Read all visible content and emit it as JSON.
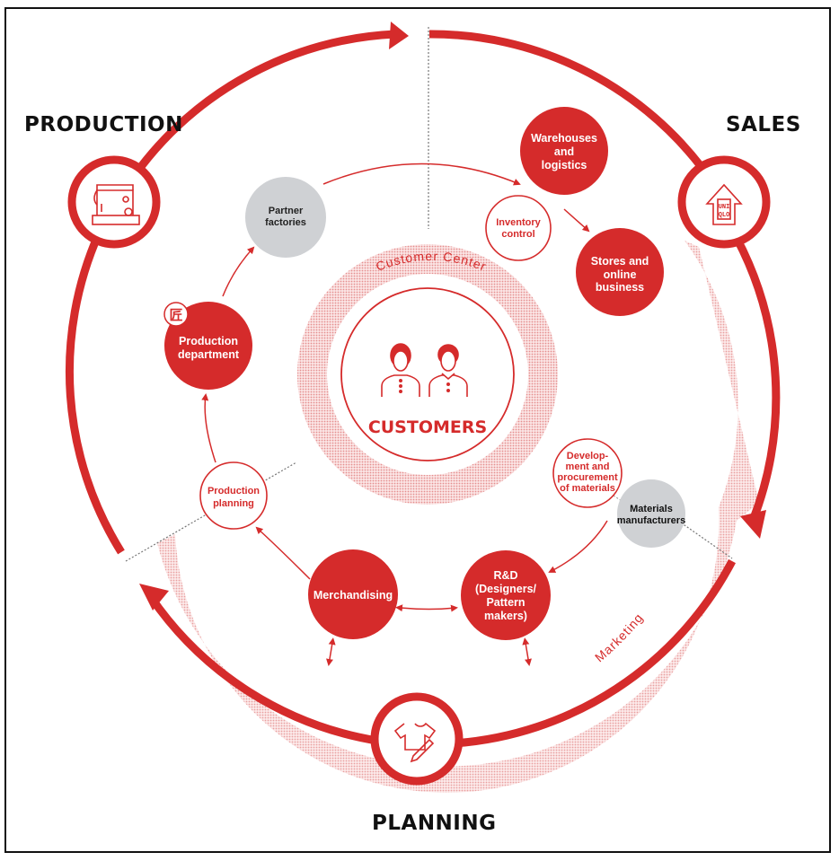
{
  "colors": {
    "accent": "#d52b2b",
    "gray_node": "#cfd1d4",
    "hatch": "#f2b8b8",
    "text_dark": "#111111"
  },
  "phases": {
    "production": "PRODUCTION",
    "sales": "SALES",
    "planning": "PLANNING"
  },
  "center": {
    "label": "CUSTOMERS",
    "ring_label": "Customer Center"
  },
  "marketing_label": "Marketing",
  "store_icon_text": [
    "UNI",
    "QLO"
  ],
  "nodes": {
    "partner_factories": [
      "Partner",
      "factories"
    ],
    "warehouses": [
      "Warehouses",
      "and",
      "logistics"
    ],
    "inventory": [
      "Inventory",
      "control"
    ],
    "stores": [
      "Stores and",
      "online",
      "business"
    ],
    "production_dept": [
      "Production",
      "department"
    ],
    "takumi_mark": "匠",
    "production_planning": [
      "Production",
      "planning"
    ],
    "merchandising": [
      "Merchandising"
    ],
    "rnd": [
      "R&D",
      "(Designers/",
      "Pattern",
      "makers)"
    ],
    "dev_procurement": [
      "Develop-",
      "ment and",
      "procurement",
      "of materials"
    ],
    "materials_mfr": [
      "Materials",
      "manufacturers"
    ]
  }
}
